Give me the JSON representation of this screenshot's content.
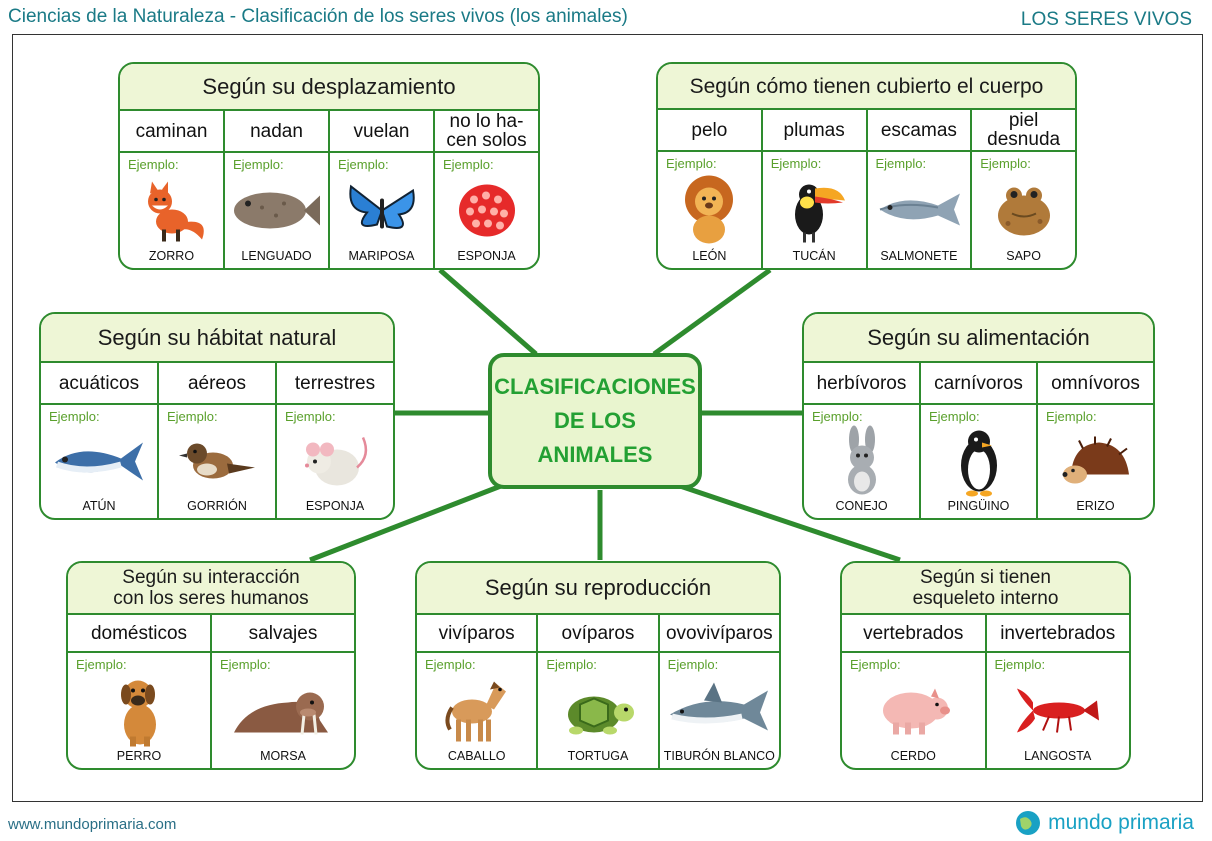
{
  "header": {
    "left": "Ciencias de la Naturaleza - Clasificación de los seres vivos (los animales)",
    "right": "LOS SERES VIVOS"
  },
  "center": "CLASIFICACIONES\nDE LOS\nANIMALES",
  "example_label": "Ejemplo:",
  "boxes": [
    {
      "title": "Según su desplazamiento",
      "categories": [
        {
          "label": "caminan",
          "example": "ZORRO",
          "icon": "fox"
        },
        {
          "label": "nadan",
          "example": "LENGUADO",
          "icon": "flatfish"
        },
        {
          "label": "vuelan",
          "example": "MARIPOSA",
          "icon": "butterfly"
        },
        {
          "label": "no lo ha-\ncen solos",
          "example": "ESPONJA",
          "icon": "sponge"
        }
      ]
    },
    {
      "title": "Según cómo tienen cubierto el cuerpo",
      "categories": [
        {
          "label": "pelo",
          "example": "LEÓN",
          "icon": "lion"
        },
        {
          "label": "plumas",
          "example": "TUCÁN",
          "icon": "toucan"
        },
        {
          "label": "escamas",
          "example": "SALMONETE",
          "icon": "fish"
        },
        {
          "label": "piel\ndesnuda",
          "example": "SAPO",
          "icon": "toad"
        }
      ]
    },
    {
      "title": "Según su hábitat natural",
      "categories": [
        {
          "label": "acuáticos",
          "example": "ATÚN",
          "icon": "tuna"
        },
        {
          "label": "aéreos",
          "example": "GORRIÓN",
          "icon": "sparrow"
        },
        {
          "label": "terrestres",
          "example": "ESPONJA",
          "icon": "mouse"
        }
      ]
    },
    {
      "title": "Según su alimentación",
      "categories": [
        {
          "label": "herbívoros",
          "example": "CONEJO",
          "icon": "rabbit"
        },
        {
          "label": "carnívoros",
          "example": "PINGÜINO",
          "icon": "penguin"
        },
        {
          "label": "omnívoros",
          "example": "ERIZO",
          "icon": "hedgehog"
        }
      ]
    },
    {
      "title": "Según su interacción\ncon los seres humanos",
      "categories": [
        {
          "label": "domésticos",
          "example": "PERRO",
          "icon": "dog"
        },
        {
          "label": "salvajes",
          "example": "MORSA",
          "icon": "walrus"
        }
      ]
    },
    {
      "title": "Según su reproducción",
      "categories": [
        {
          "label": "vivíparos",
          "example": "CABALLO",
          "icon": "horse"
        },
        {
          "label": "ovíparos",
          "example": "TORTUGA",
          "icon": "turtle"
        },
        {
          "label": "ovovivíparos",
          "example": "TIBURÓN BLANCO",
          "icon": "shark"
        }
      ]
    },
    {
      "title": "Según si tienen\nesqueleto interno",
      "categories": [
        {
          "label": "vertebrados",
          "example": "CERDO",
          "icon": "pig"
        },
        {
          "label": "invertebrados",
          "example": "LANGOSTA",
          "icon": "lobster"
        }
      ]
    }
  ],
  "footer": {
    "url": "www.mundoprimaria.com",
    "brand": "mundo primaria"
  },
  "colors": {
    "green": "#2e8b2e",
    "title_bg": "#eef6d6",
    "center_text": "#23a033",
    "header": "#1a7a86"
  }
}
